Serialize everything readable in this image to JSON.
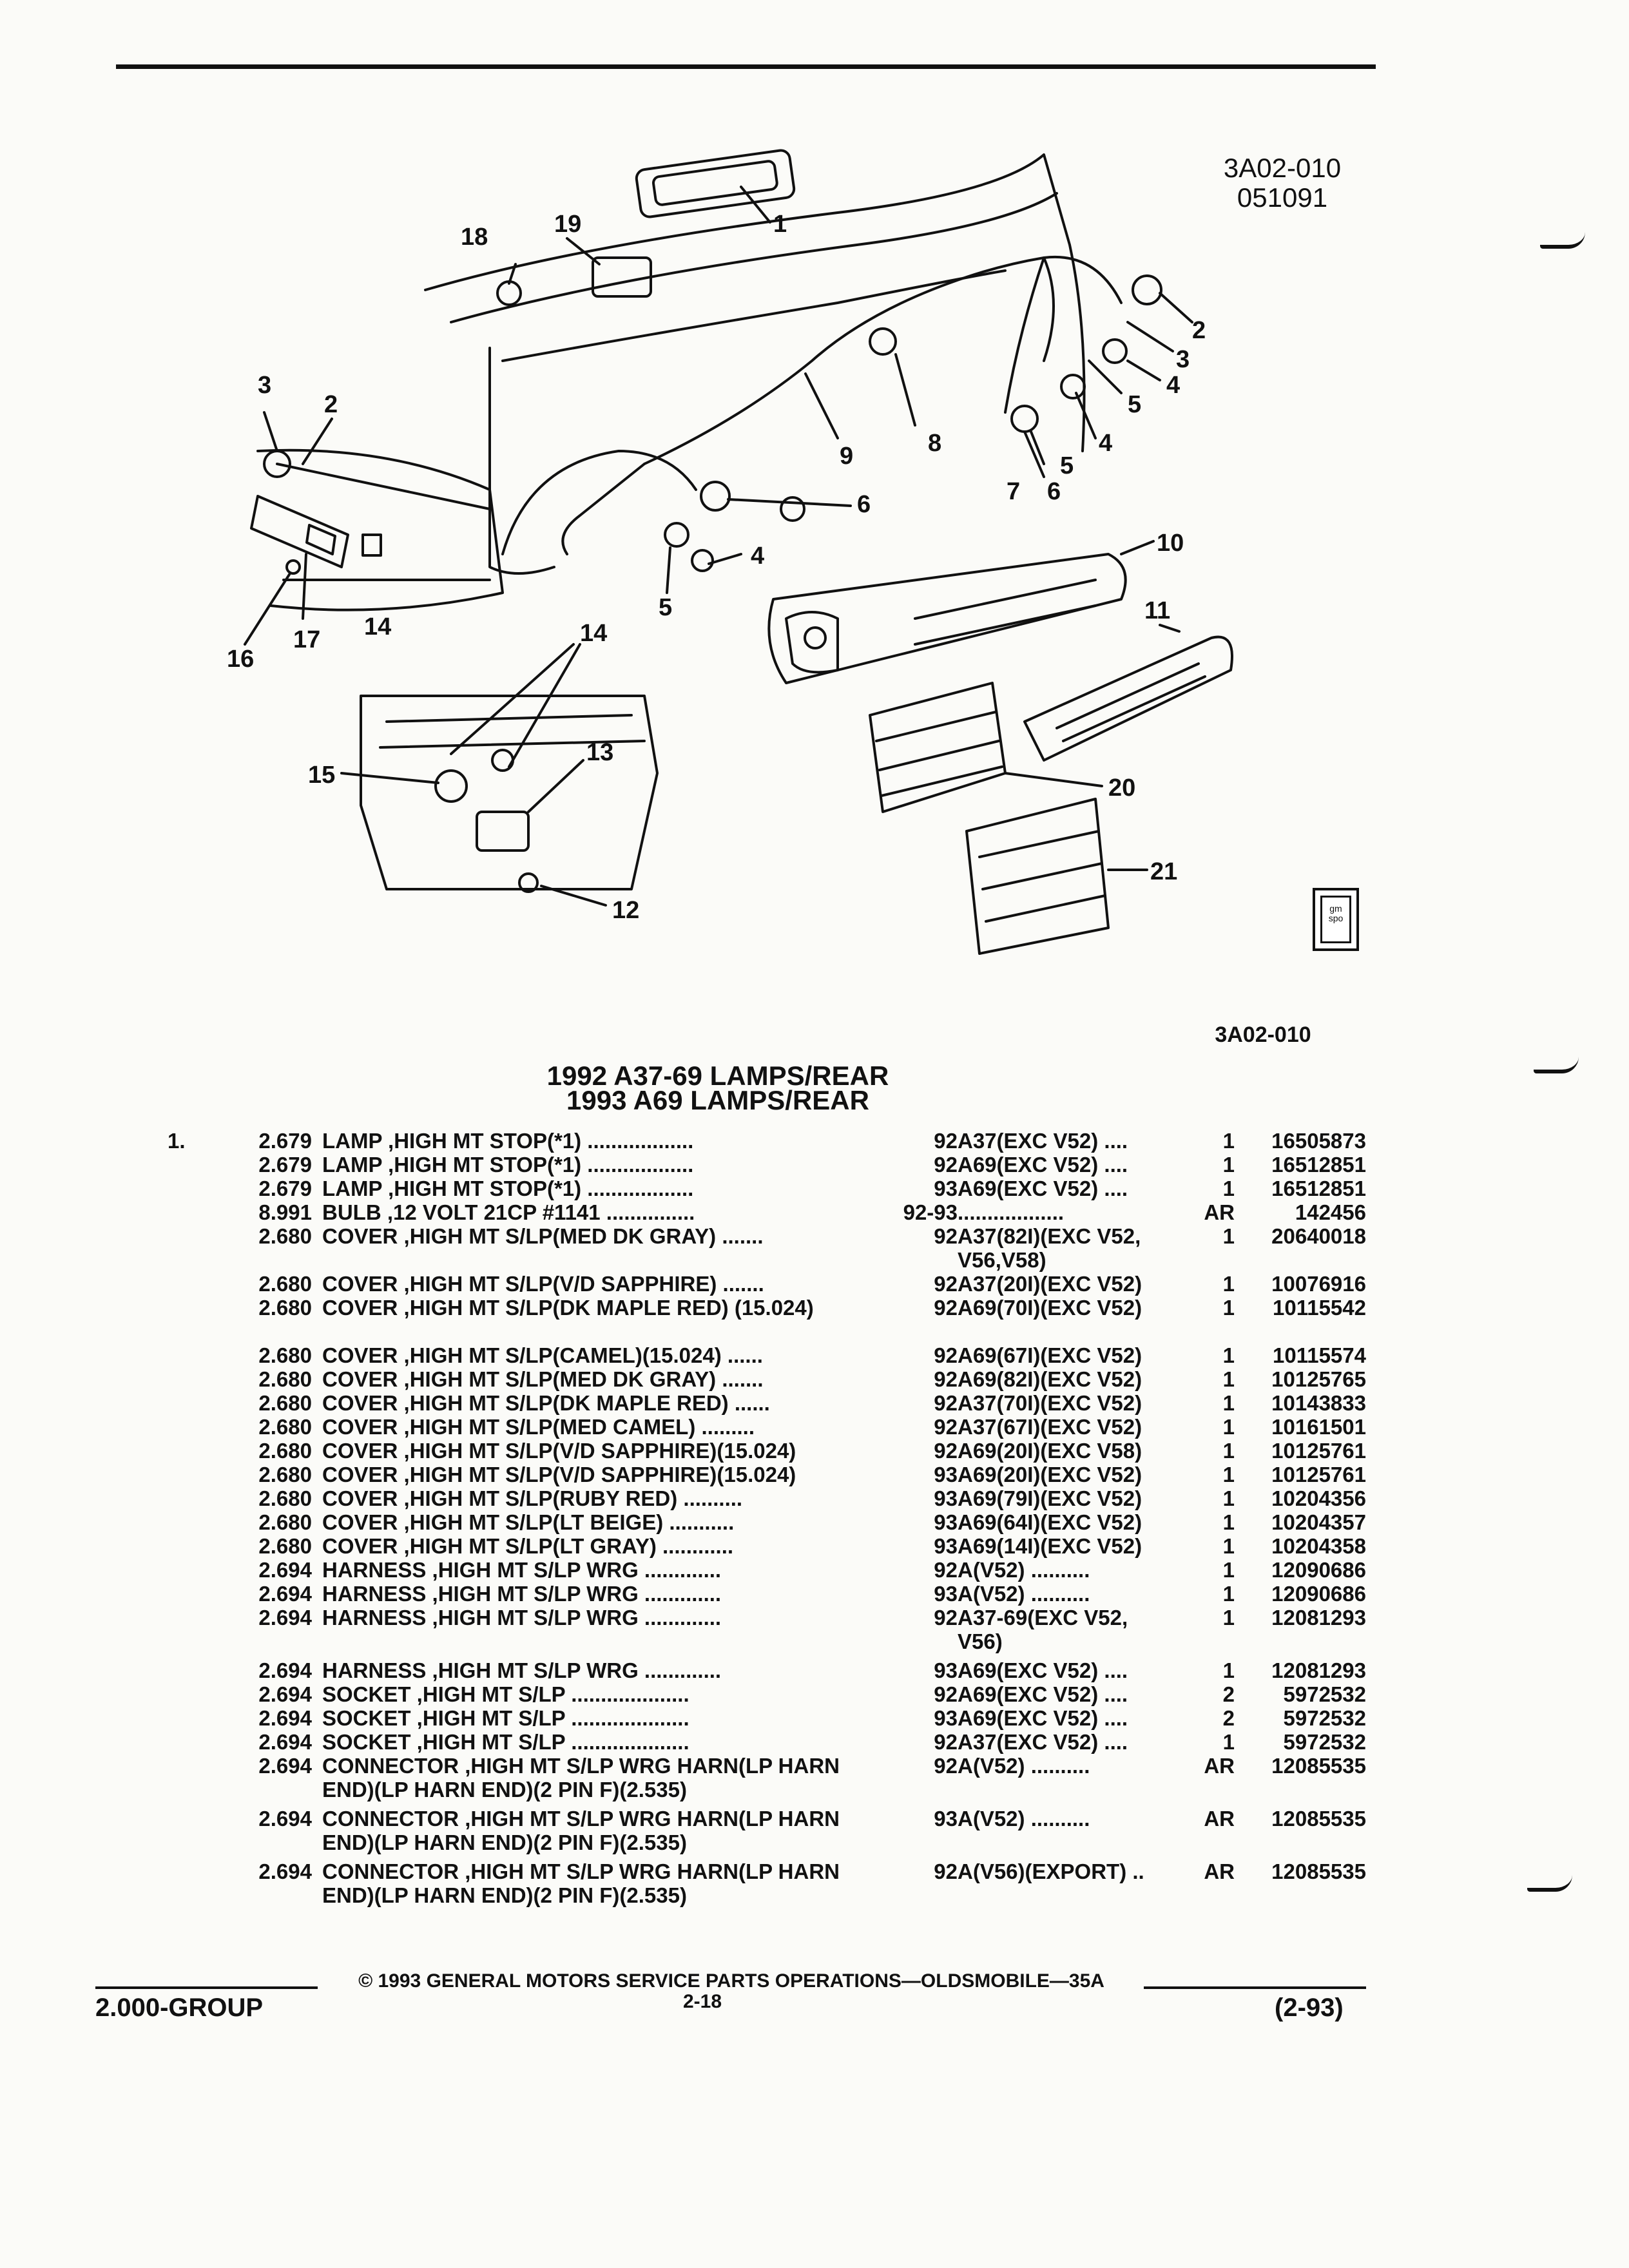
{
  "header": {
    "ref_code": "3A02-010",
    "ref_date": "051091"
  },
  "diagram": {
    "ref_code_below": "3A02-010",
    "callouts": [
      "1",
      "2",
      "3",
      "4",
      "5",
      "6",
      "7",
      "8",
      "9",
      "10",
      "11",
      "12",
      "13",
      "14",
      "15",
      "16",
      "17",
      "18",
      "19",
      "20",
      "21"
    ],
    "logo_text": "gm spo"
  },
  "headings": {
    "line1": "1992 A37-69 LAMPS/REAR",
    "line2": "1993 A69 LAMPS/REAR"
  },
  "parts": [
    {
      "key": "1.",
      "group": "2.679",
      "desc": "LAMP ,HIGH MT STOP(*1) ..................",
      "year": "92",
      "usage": "A37(EXC V52) ....",
      "qty": "1",
      "part": "16505873"
    },
    {
      "key": "",
      "group": "2.679",
      "desc": "LAMP ,HIGH MT STOP(*1) ..................",
      "year": "92",
      "usage": "A69(EXC V52) ....",
      "qty": "1",
      "part": "16512851"
    },
    {
      "key": "",
      "group": "2.679",
      "desc": "LAMP ,HIGH MT STOP(*1) ..................",
      "year": "93",
      "usage": "A69(EXC V52) ....",
      "qty": "1",
      "part": "16512851"
    },
    {
      "key": "",
      "group": "8.991",
      "desc": "BULB ,12 VOLT 21CP #1141 ...............",
      "year": "92-93",
      "usage": "..................",
      "qty": "AR",
      "part": "142456"
    },
    {
      "key": "",
      "group": "2.680",
      "desc": "COVER ,HIGH MT S/LP(MED DK GRAY) .......",
      "year": "92",
      "usage": "A37(82I)(EXC V52, V56,V58)",
      "qty": "1",
      "part": "20640018"
    },
    {
      "key": "",
      "group": "2.680",
      "desc": "COVER ,HIGH MT S/LP(V/D SAPPHIRE) .......",
      "year": "92",
      "usage": "A37(20I)(EXC V52)",
      "qty": "1",
      "part": "10076916"
    },
    {
      "key": "",
      "group": "2.680",
      "desc": "COVER ,HIGH MT S/LP(DK MAPLE RED) (15.024)",
      "year": "92",
      "usage": "A69(70I)(EXC V52)",
      "qty": "1",
      "part": "10115542"
    },
    {
      "key": "",
      "group": "2.680",
      "desc": "COVER ,HIGH MT S/LP(CAMEL)(15.024) ......",
      "year": "92",
      "usage": "A69(67I)(EXC V52)",
      "qty": "1",
      "part": "10115574"
    },
    {
      "key": "",
      "group": "2.680",
      "desc": "COVER ,HIGH MT S/LP(MED DK GRAY) .......",
      "year": "92",
      "usage": "A69(82I)(EXC V52)",
      "qty": "1",
      "part": "10125765"
    },
    {
      "key": "",
      "group": "2.680",
      "desc": "COVER ,HIGH MT S/LP(DK MAPLE RED) ......",
      "year": "92",
      "usage": "A37(70I)(EXC V52)",
      "qty": "1",
      "part": "10143833"
    },
    {
      "key": "",
      "group": "2.680",
      "desc": "COVER ,HIGH MT S/LP(MED CAMEL) .........",
      "year": "92",
      "usage": "A37(67I)(EXC V52)",
      "qty": "1",
      "part": "10161501"
    },
    {
      "key": "",
      "group": "2.680",
      "desc": "COVER ,HIGH MT S/LP(V/D SAPPHIRE)(15.024)",
      "year": "92",
      "usage": "A69(20I)(EXC V58)",
      "qty": "1",
      "part": "10125761"
    },
    {
      "key": "",
      "group": "2.680",
      "desc": "COVER ,HIGH MT S/LP(V/D SAPPHIRE)(15.024)",
      "year": "93",
      "usage": "A69(20I)(EXC V52)",
      "qty": "1",
      "part": "10125761"
    },
    {
      "key": "",
      "group": "2.680",
      "desc": "COVER ,HIGH MT S/LP(RUBY RED) ..........",
      "year": "93",
      "usage": "A69(79I)(EXC V52)",
      "qty": "1",
      "part": "10204356"
    },
    {
      "key": "",
      "group": "2.680",
      "desc": "COVER ,HIGH MT S/LP(LT BEIGE) ...........",
      "year": "93",
      "usage": "A69(64I)(EXC V52)",
      "qty": "1",
      "part": "10204357"
    },
    {
      "key": "",
      "group": "2.680",
      "desc": "COVER ,HIGH MT S/LP(LT GRAY) ............",
      "year": "93",
      "usage": "A69(14I)(EXC V52)",
      "qty": "1",
      "part": "10204358"
    },
    {
      "key": "",
      "group": "2.694",
      "desc": "HARNESS ,HIGH MT S/LP WRG .............",
      "year": "92",
      "usage": "A(V52) ..........",
      "qty": "1",
      "part": "12090686"
    },
    {
      "key": "",
      "group": "2.694",
      "desc": "HARNESS ,HIGH MT S/LP WRG .............",
      "year": "93",
      "usage": "A(V52) ..........",
      "qty": "1",
      "part": "12090686"
    },
    {
      "key": "",
      "group": "2.694",
      "desc": "HARNESS ,HIGH MT S/LP WRG .............",
      "year": "92",
      "usage": "A37-69(EXC V52, V56)",
      "qty": "1",
      "part": "12081293"
    },
    {
      "key": "",
      "group": "2.694",
      "desc": "HARNESS ,HIGH MT S/LP WRG .............",
      "year": "93",
      "usage": "A69(EXC V52) ....",
      "qty": "1",
      "part": "12081293"
    },
    {
      "key": "",
      "group": "2.694",
      "desc": "SOCKET ,HIGH MT S/LP ....................",
      "year": "92",
      "usage": "A69(EXC V52) ....",
      "qty": "2",
      "part": "5972532"
    },
    {
      "key": "",
      "group": "2.694",
      "desc": "SOCKET ,HIGH MT S/LP ....................",
      "year": "93",
      "usage": "A69(EXC V52) ....",
      "qty": "2",
      "part": "5972532"
    },
    {
      "key": "",
      "group": "2.694",
      "desc": "SOCKET ,HIGH MT S/LP ....................",
      "year": "92",
      "usage": "A37(EXC V52) ....",
      "qty": "1",
      "part": "5972532"
    },
    {
      "key": "",
      "group": "2.694",
      "desc": "CONNECTOR ,HIGH MT S/LP WRG HARN(LP HARN END)(LP HARN END)(2 PIN F)(2.535)",
      "year": "92",
      "usage": "A(V52) ..........",
      "qty": "AR",
      "part": "12085535"
    },
    {
      "key": "",
      "group": "2.694",
      "desc": "CONNECTOR ,HIGH MT S/LP WRG HARN(LP HARN END)(LP HARN END)(2 PIN F)(2.535)",
      "year": "93",
      "usage": "A(V52) ..........",
      "qty": "AR",
      "part": "12085535"
    },
    {
      "key": "",
      "group": "2.694",
      "desc": "CONNECTOR ,HIGH MT S/LP WRG HARN(LP HARN END)(LP HARN END)(2 PIN F)(2.535)",
      "year": "92",
      "usage": "A(V56)(EXPORT) ..",
      "qty": "AR",
      "part": "12085535"
    }
  ],
  "footer": {
    "copyright": "© 1993 GENERAL MOTORS SERVICE PARTS OPERATIONS—OLDSMOBILE—35A",
    "group": "2.000-GROUP",
    "page": "2-18",
    "date_code": "(2-93)"
  }
}
